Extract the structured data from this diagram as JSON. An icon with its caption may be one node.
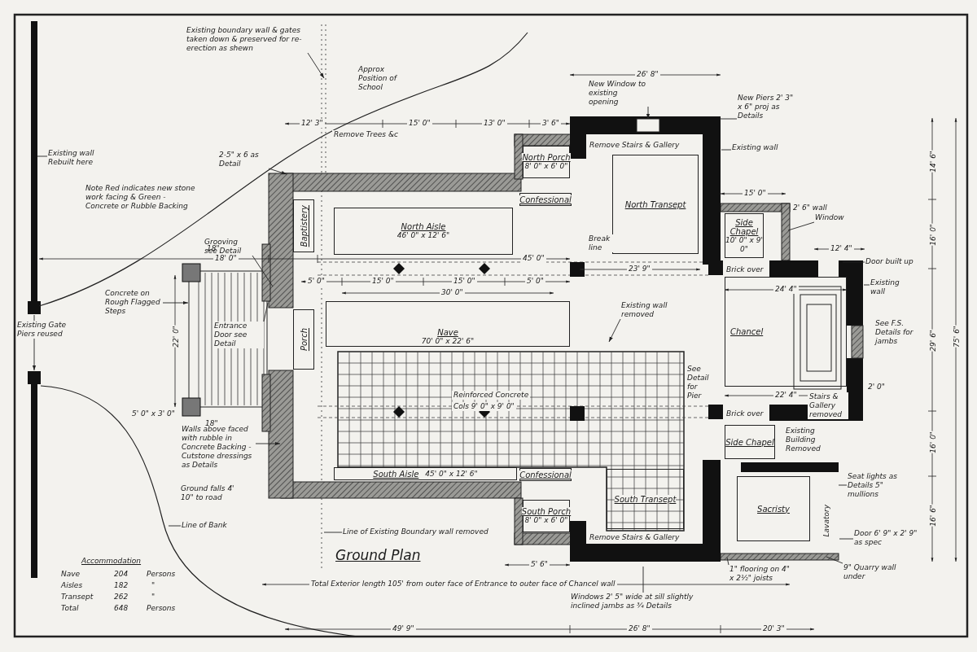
{
  "diagram": {
    "title": "Ground Plan",
    "nodes": [
      {
        "text": [
          "North Aisle",
          "46' 0\" x 12' 6\""
        ]
      },
      {
        "text": [
          "North Transept"
        ]
      },
      {
        "text": [
          "Nave",
          "70' 0\" x 22' 6\""
        ]
      },
      {
        "text": [
          "Chancel"
        ]
      },
      {
        "text": [
          "South Aisle",
          "45' 0\" x 12' 6\""
        ]
      },
      {
        "text": [
          "South Transept"
        ]
      },
      {
        "text": [
          "North Porch",
          "8' 0\" x 6' 0\""
        ]
      },
      {
        "text": [
          "South Porch",
          "8' 0\" x 6' 0\""
        ]
      },
      {
        "text": [
          "Side Chapel",
          "10' 0\" x 9' 0\""
        ]
      },
      {
        "text": [
          "Side Chapel"
        ]
      },
      {
        "text": [
          "Sacristy"
        ]
      },
      {
        "text": [
          "Confessional"
        ]
      },
      {
        "text": [
          "Confessional"
        ]
      },
      {
        "text": [
          "Baptistery"
        ]
      },
      {
        "text": [
          "Porch"
        ]
      },
      {
        "text": [
          "Existing boundary wall & gates taken down & preserved for re-erection as shewn"
        ]
      },
      {
        "text": [
          "Existing wall Rebuilt here"
        ]
      },
      {
        "text": [
          "Existing Gate Piers reused"
        ]
      },
      {
        "text": [
          "2-5\" x 6 as Detail"
        ]
      },
      {
        "text": [
          "Grooving see Detail"
        ]
      },
      {
        "text": [
          "Concrete on Rough Flagged Steps"
        ]
      },
      {
        "text": [
          "Entrance Door see Detail"
        ]
      },
      {
        "text": [
          "Walls above faced with rubble in Concrete Backing - Cutstone dressings as Details"
        ]
      },
      {
        "text": [
          "Line of Bank"
        ]
      },
      {
        "text": [
          "Line of Existing Boundary wall removed"
        ]
      },
      {
        "text": [
          "New Window to existing opening"
        ]
      },
      {
        "text": [
          "New Piers 2' 3\" x 6\" proj as Details"
        ]
      },
      {
        "text": [
          "Existing wall"
        ]
      },
      {
        "text": [
          "Window"
        ]
      },
      {
        "text": [
          "Existing wall"
        ]
      },
      {
        "text": [
          "Door built up"
        ]
      },
      {
        "text": [
          "Existing wall removed"
        ]
      },
      {
        "text": [
          "Windows 2' 5\" wide at sill slightly inclined jambs as ¾ Details"
        ]
      },
      {
        "text": [
          "1\" flooring on 4\" x 2½\" joists"
        ]
      },
      {
        "text": [
          "9\" Quarry wall under"
        ]
      },
      {
        "text": [
          "Door 6' 9\" x 2' 9\" as spec"
        ]
      },
      {
        "text": [
          "Seat lights as Details 5\" mullions"
        ]
      }
    ],
    "edges": [
      {
        "from": 15,
        "to": null,
        "arrow": "to"
      },
      {
        "from": 16,
        "to": null,
        "arrow": "none"
      },
      {
        "from": 17,
        "to": null,
        "arrow": "none"
      },
      {
        "from": 17,
        "to": null,
        "arrow": "to"
      },
      {
        "from": 18,
        "to": null,
        "arrow": "to"
      },
      {
        "from": 19,
        "to": null,
        "arrow": "none"
      },
      {
        "from": 20,
        "to": null,
        "arrow": "to"
      },
      {
        "from": 21,
        "to": null,
        "arrow": "none"
      },
      {
        "from": 22,
        "to": null,
        "arrow": "to"
      },
      {
        "from": 23,
        "to": null,
        "arrow": "none"
      },
      {
        "from": 24,
        "to": null,
        "arrow": "none"
      },
      {
        "from": 25,
        "to": null,
        "arrow": "to"
      },
      {
        "from": 26,
        "to": null,
        "arrow": "none"
      },
      {
        "from": 27,
        "to": null,
        "arrow": "none"
      },
      {
        "from": 28,
        "to": null,
        "arrow": "none"
      },
      {
        "from": 29,
        "to": null,
        "arrow": "none"
      },
      {
        "from": 30,
        "to": null,
        "arrow": "none"
      },
      {
        "from": 31,
        "to": null,
        "arrow": "to"
      },
      {
        "from": 32,
        "to": null,
        "arrow": "none"
      },
      {
        "from": 33,
        "to": null,
        "arrow": "none"
      },
      {
        "from": 34,
        "to": null,
        "arrow": "none"
      },
      {
        "from": 35,
        "to": null,
        "arrow": "none"
      },
      {
        "from": 36,
        "to": null,
        "arrow": "none"
      }
    ],
    "labels": [
      "Approx Position of School",
      "Note Red indicates new stone work facing & Green - Concrete or Rubble Backing",
      "Remove Trees &c",
      "Remove Stairs & Gallery",
      "12' 3\"",
      "15' 0\"",
      "13' 0\"",
      "3' 6\"",
      "26' 8\"",
      "15' 0\"",
      "2' 6\" wall",
      "12' 4\"",
      "18' 0\"",
      "18\"",
      "45' 0\"",
      "Break line",
      "5' 0\"",
      "15' 0\"",
      "15' 0\"",
      "5' 0\"",
      "30' 0\"",
      "23' 9\"",
      "Brick over",
      "24' 4\"",
      "See F.S. Details for jambs",
      "Stairs & Gallery removed",
      "22' 0\"",
      "Reinforced Concrete",
      "Cols 9' 0\" x 9' 0\"",
      "See Detail for Pier",
      "22' 4\"",
      "2' 0\"",
      "5' 0\" x 3' 0\"",
      "Brick over",
      "18\"",
      "Existing Building Removed",
      "Lavatory",
      "Ground falls 4' 10\" to road",
      "Remove Stairs & Gallery",
      "5' 6\"",
      "Total Exterior length 105' from outer face of Entrance to outer face of Chancel wall",
      "49' 9\"",
      "26' 8\"",
      "20' 3\"",
      "14' 6\"",
      "16' 0\"",
      "29' 6\"",
      "16' 0\"",
      "16' 6\"",
      "75' 6\"",
      "Accommodation",
      "Nave",
      "204",
      "Persons",
      "Aisles",
      "182",
      "\"",
      "Transept",
      "262",
      "\"",
      "Total",
      "648",
      "Persons"
    ]
  }
}
